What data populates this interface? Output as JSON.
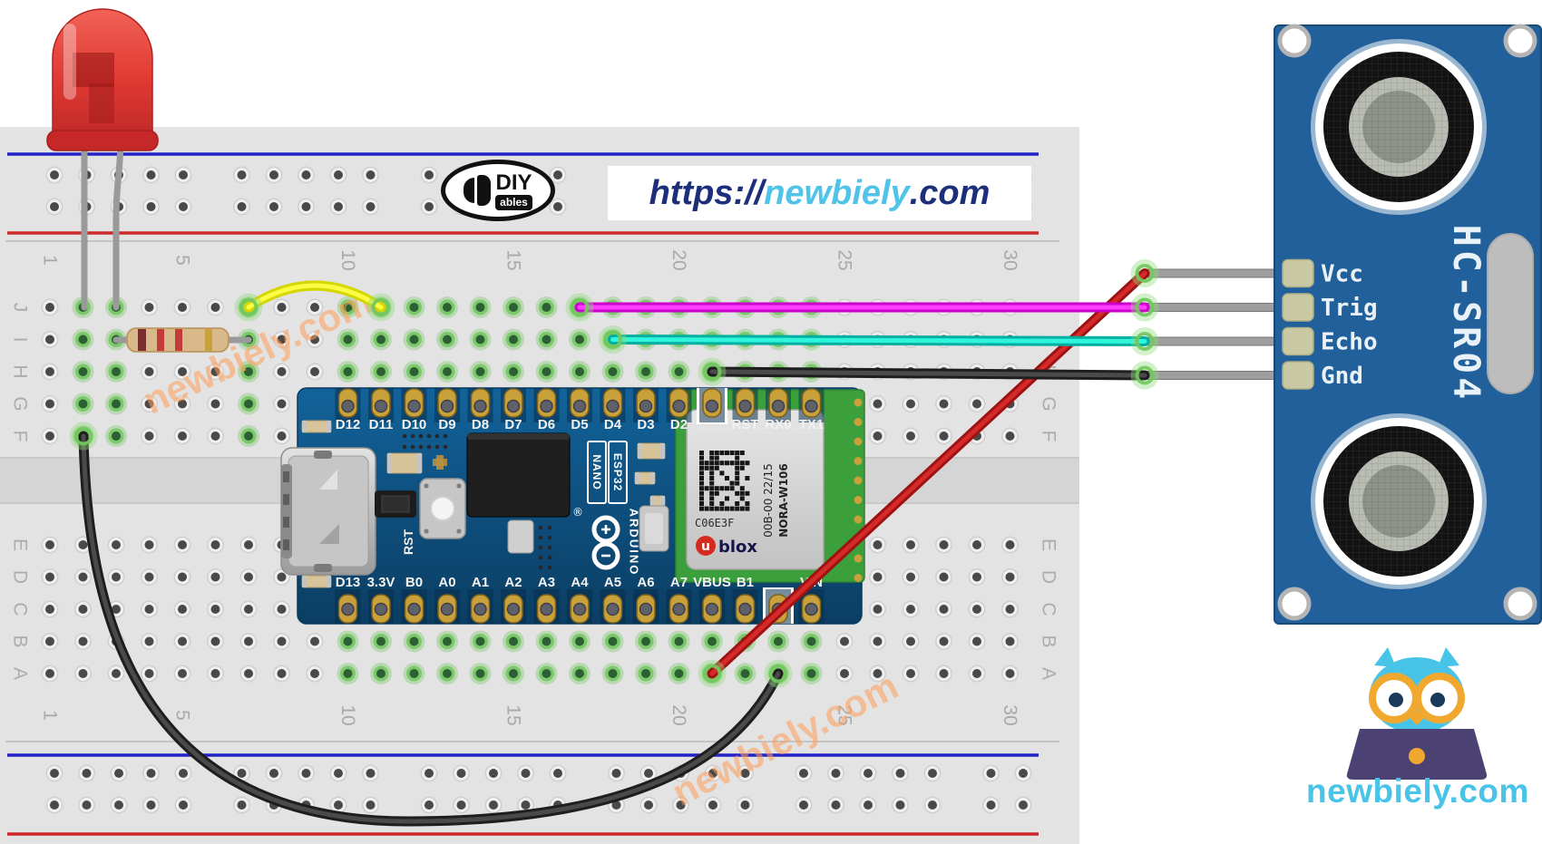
{
  "branding": {
    "diyables": {
      "name": "DIY",
      "sub": "ables"
    },
    "url": {
      "protocol": "https://",
      "domain": "newbiely",
      "tld": ".com"
    },
    "watermark": "newbiely.com",
    "footer_logo": {
      "site": "newbiely.com"
    }
  },
  "breadboard": {
    "column_labels": [
      "1",
      "5",
      "10",
      "15",
      "20",
      "25",
      "30"
    ],
    "row_labels_top": [
      "J",
      "I",
      "H",
      "G",
      "F"
    ],
    "row_labels_bottom": [
      "E",
      "D",
      "C",
      "B",
      "A"
    ],
    "colors": {
      "board": "#E3E3E3",
      "channel": "#D5D5D5",
      "rail_blue": "#2323C8",
      "rail_red": "#CC2A2A",
      "hole": "#494949",
      "hole_rim": "#EFEFEF",
      "green_center": "#2C5F33",
      "green_ring": "#7CC96B"
    }
  },
  "arduino": {
    "name": "Arduino Nano ESP32",
    "top_pins": [
      "D12",
      "D11",
      "D10",
      "D9",
      "D8",
      "D7",
      "D6",
      "D5",
      "D4",
      "D3",
      "D2",
      "",
      "RST",
      "RX0",
      "TX1"
    ],
    "bottom_pins": [
      "D13",
      "3.3V",
      "B0",
      "A0",
      "A1",
      "A2",
      "A3",
      "A4",
      "A5",
      "A6",
      "A7",
      "VBUS",
      "B1",
      "",
      "VIN"
    ],
    "silk": {
      "nano": "NANO",
      "esp32": "ESP32",
      "brand": "ARDUINO",
      "reg": "®",
      "rst": "RST"
    },
    "module": {
      "code": "C06E3F",
      "lot": "00B-00 22/15",
      "model": "NORA-W106",
      "logo_u": "u",
      "logo_rest": "blox"
    },
    "colors": {
      "board": "#0E4F7E",
      "pin_gold": "#C9A13B",
      "module_pcb": "#3BA03B",
      "shield": "#D9D9D9"
    }
  },
  "sensor": {
    "name": "HC-SR04",
    "pins": [
      "Vcc",
      "Trig",
      "Echo",
      "Gnd"
    ],
    "colors": {
      "board": "#21609A",
      "pad": "#C9C9A4"
    }
  },
  "led": {
    "name": "red LED",
    "color": "#E23B3B"
  },
  "resistor": {
    "body": "#D9B98A",
    "bands": [
      "#7A2E2E",
      "#C23A3A",
      "#C23A3A",
      "#C8A23A"
    ]
  },
  "wires": [
    {
      "id": "yellow-jumper",
      "color": "#D6D600",
      "core": "#FCFC45",
      "from": "breadboard J7 (resistor)",
      "to": "breadboard J11 (Arduino D11)"
    },
    {
      "id": "magenta-trig",
      "color": "#CC00CC",
      "core": "#FF3DFF",
      "from": "breadboard J17 (Arduino D5)",
      "to": "HC-SR04 Trig"
    },
    {
      "id": "cyan-echo",
      "color": "#00AFA0",
      "core": "#2FF5DC",
      "from": "breadboard I18 (Arduino D4)",
      "to": "HC-SR04 Echo"
    },
    {
      "id": "black-gnd-sensor",
      "color": "#1E1E1E",
      "core": "#4A4A4A",
      "from": "breadboard H21 (Arduino GND)",
      "to": "HC-SR04 Gnd"
    },
    {
      "id": "red-vcc",
      "color": "#9E1212",
      "core": "#D42A2A",
      "from": "breadboard A21 (Arduino VBUS)",
      "to": "HC-SR04 Vcc"
    },
    {
      "id": "black-gnd-led",
      "color": "#1E1E1E",
      "core": "#4A4A4A",
      "from": "breadboard F2 (LED cathode)",
      "to": "breadboard A23 (Arduino GND)"
    }
  ]
}
